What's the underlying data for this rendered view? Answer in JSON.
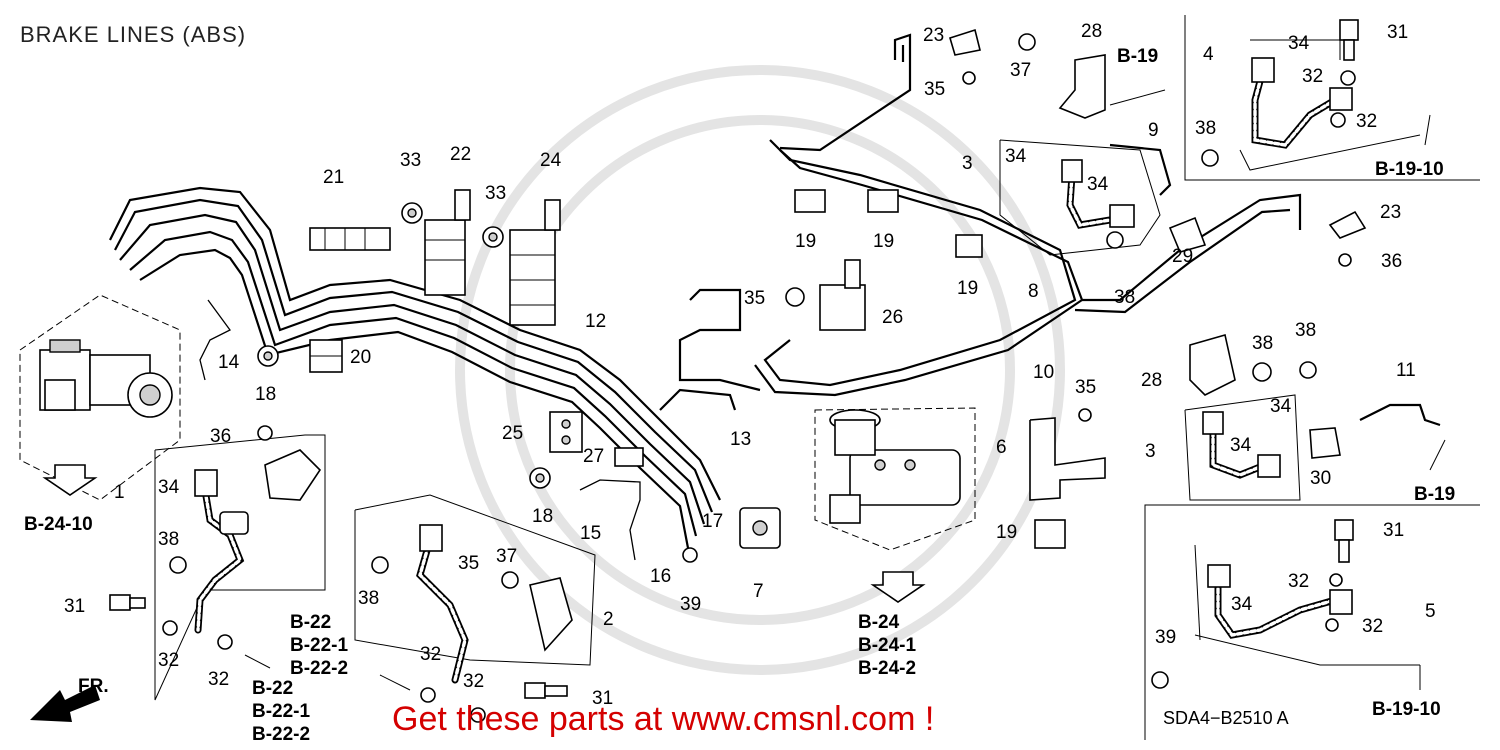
{
  "title": "BRAKE LINES (ABS)",
  "drawing_code": "SDA4−B2510 A",
  "promo_text": "Get these parts at www.cmsnl.com !",
  "front_arrow_label": "FR.",
  "part_numbers": [
    "1",
    "2",
    "3",
    "3",
    "4",
    "5",
    "6",
    "7",
    "8",
    "9",
    "10",
    "11",
    "12",
    "13",
    "14",
    "15",
    "16",
    "17",
    "18",
    "18",
    "19",
    "19",
    "19",
    "19",
    "20",
    "21",
    "22",
    "23",
    "23",
    "24",
    "25",
    "26",
    "27",
    "28",
    "28",
    "29",
    "30",
    "31",
    "31",
    "31",
    "31",
    "32",
    "32",
    "32",
    "32",
    "32",
    "32",
    "32",
    "32",
    "33",
    "33",
    "34",
    "34",
    "34",
    "34",
    "34",
    "34",
    "34",
    "35",
    "35",
    "35",
    "35",
    "36",
    "36",
    "37",
    "37",
    "38",
    "38",
    "38",
    "38",
    "38",
    "38",
    "39"
  ],
  "references": [
    "B-19",
    "B-19-10",
    "B-19",
    "B-19-10",
    "B-24-10",
    "B-22",
    "B-22-1",
    "B-22-2",
    "B-22",
    "B-22-1",
    "B-22-2",
    "B-24",
    "B-24-1",
    "B-24-2"
  ]
}
